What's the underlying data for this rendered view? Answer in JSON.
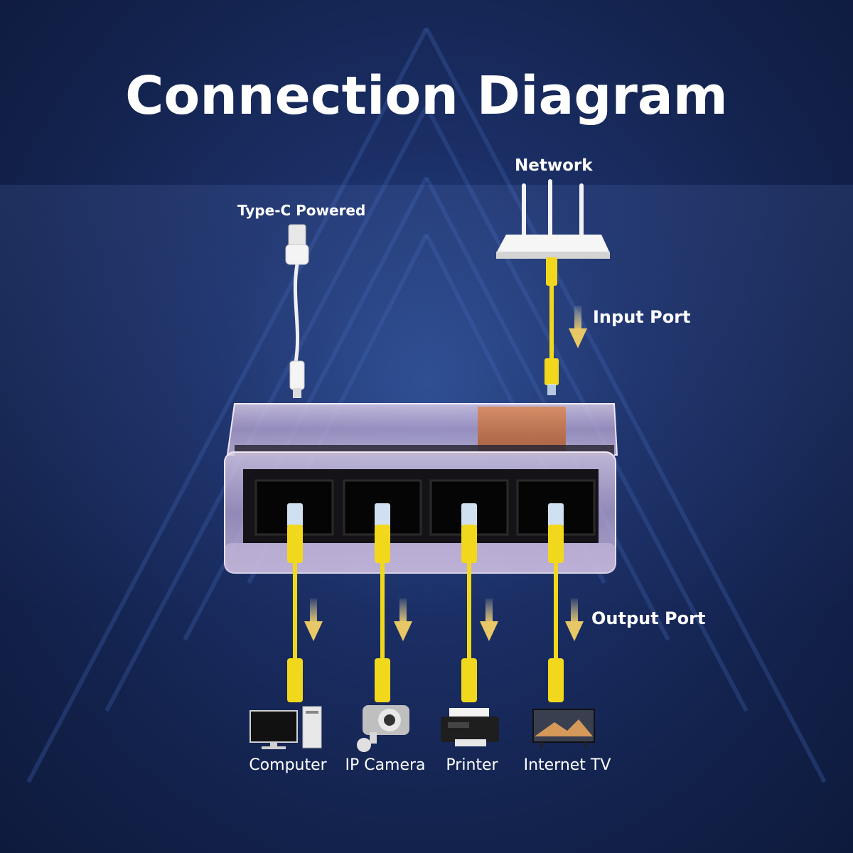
{
  "title": "Connection Diagram",
  "labels": {
    "network": "Network",
    "power": "Type-C Powered",
    "input_port": "Input Port",
    "output_port": "Output Port"
  },
  "devices": [
    {
      "label": "Computer",
      "icon": "computer-icon"
    },
    {
      "label": "IP Camera",
      "icon": "ip-camera-icon"
    },
    {
      "label": "Printer",
      "icon": "printer-icon"
    },
    {
      "label": "Internet TV",
      "icon": "internet-tv-icon"
    }
  ],
  "colors": {
    "cable": "#f2d81c",
    "background": "#1b2f66",
    "text": "#ffffff",
    "switch_port_panel": "#1a1a1a"
  }
}
